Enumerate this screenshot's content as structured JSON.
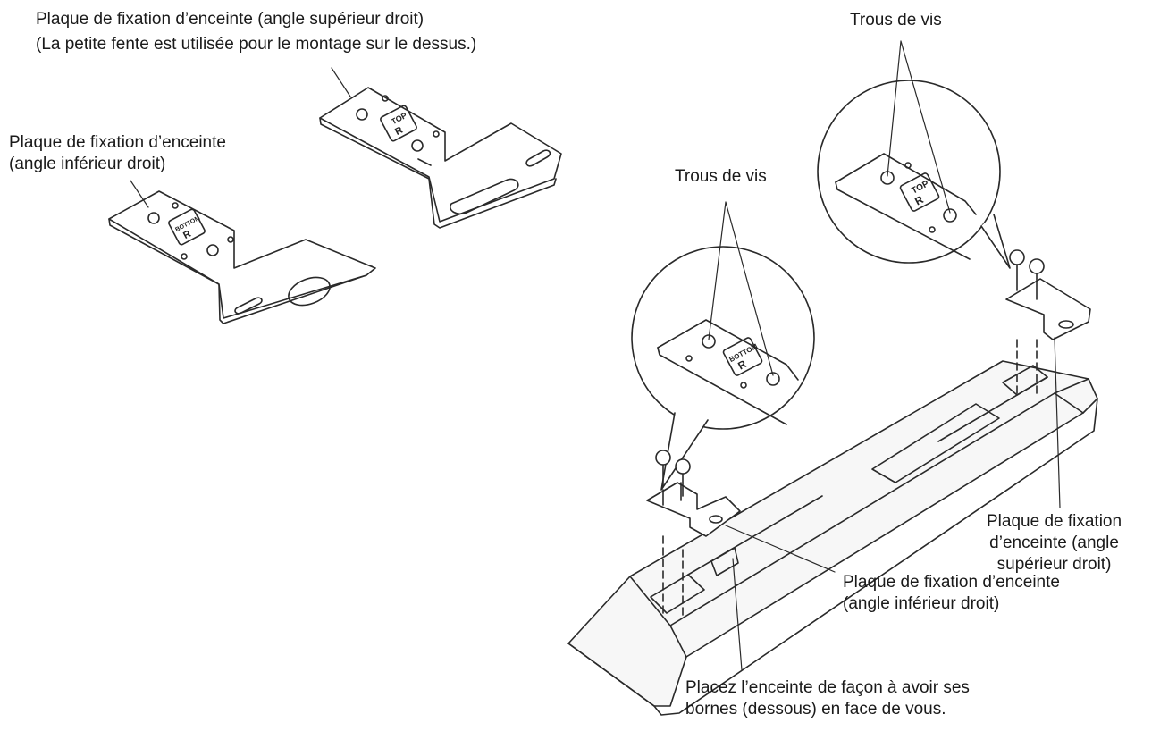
{
  "labels": {
    "top_plate_loose": {
      "line1": "Plaque de fixation d’enceinte (angle supérieur droit)",
      "line2": "(La petite fente est utilisée pour le montage sur le dessus.)"
    },
    "bottom_plate_loose": {
      "line1": "Plaque de fixation d’enceinte",
      "line2": "(angle inférieur droit)"
    },
    "screw_holes_right": "Trous de vis",
    "screw_holes_left": "Trous de vis",
    "top_plate_mounted": {
      "line1": "Plaque de fixation",
      "line2": "d’enceinte (angle",
      "line3": "supérieur droit)"
    },
    "bottom_plate_mounted": {
      "line1": "Plaque de fixation d’enceinte",
      "line2": "(angle inférieur droit)"
    },
    "placement_note": {
      "line1": "Placez l’enceinte de façon à avoir ses",
      "line2": "bornes (dessous) en face de vous."
    }
  },
  "plate_marks": {
    "top": {
      "word": "TOP",
      "letter": "R"
    },
    "bottom": {
      "word": "BOTTOM",
      "letter": "R"
    }
  },
  "colors": {
    "line": "#2a2a2a",
    "fill": "#ffffff",
    "speaker_fill": "#f7f7f7"
  }
}
